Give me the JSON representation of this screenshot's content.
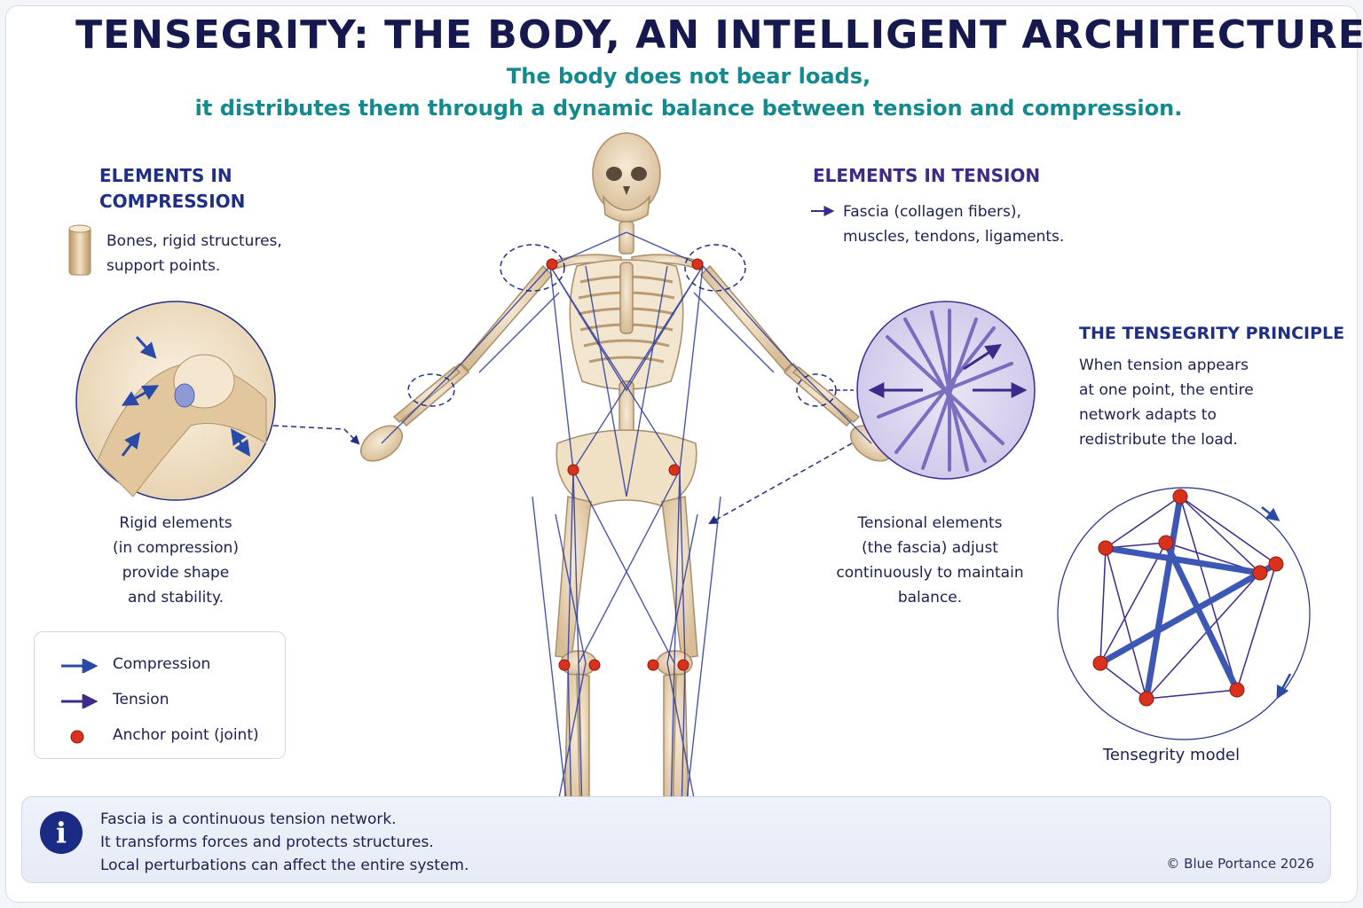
{
  "title": "TENSEGRITY: THE BODY, AN INTELLIGENT ARCHITECTURE",
  "subtitle": {
    "line1": "The body does not bear loads,",
    "line2": "it distributes them through a dynamic balance between tension and compression."
  },
  "compression": {
    "heading_line1": "ELEMENTS IN",
    "heading_line2": "COMPRESSION",
    "desc_line1": "Bones, rigid structures,",
    "desc_line2": "support points.",
    "icon": "bone-cylinder-icon",
    "caption_line1": "Rigid elements",
    "caption_line2": "(in compression)",
    "caption_line3": "provide shape",
    "caption_line4": "and stability."
  },
  "tension": {
    "heading": "ELEMENTS IN TENSION",
    "desc_line1": "Fascia (collagen fibers),",
    "desc_line2": "muscles, tendons, ligaments.",
    "icon": "arrow-right-icon",
    "caption_line1": "Tensional elements",
    "caption_line2": "(the fascia) adjust",
    "caption_line3": "continuously to maintain",
    "caption_line4": "balance."
  },
  "principle": {
    "heading": "THE TENSEGRITY PRINCIPLE",
    "line1": "When tension appears",
    "line2": "at one point, the entire",
    "line3": "network adapts to",
    "line4": "redistribute the load.",
    "model_caption": "Tensegrity model"
  },
  "legend": {
    "compression": "Compression",
    "tension": "Tension",
    "anchor": "Anchor point (joint)"
  },
  "info": {
    "icon": "info-icon",
    "line1": "Fascia is a continuous tension network.",
    "line2": "It transforms forces and protects structures.",
    "line3": "Local perturbations can affect the entire system.",
    "copyright": "© Blue Portance 2026"
  },
  "colors": {
    "title": "#15194d",
    "subtitle": "#138a8e",
    "compression": "#1f2f86",
    "tension": "#3f2a8a",
    "fascia": "#2a3a9a",
    "bone": "#e9d6b8",
    "anchor": "#d8321e"
  }
}
